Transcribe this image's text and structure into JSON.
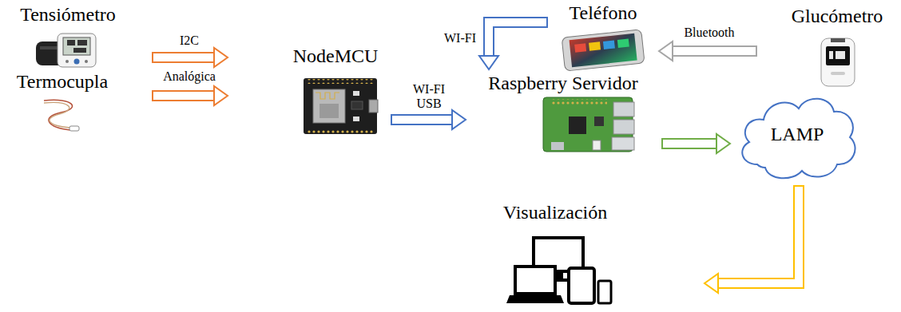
{
  "diagram": {
    "nodes": [
      {
        "text": [
          "Tensiómetro"
        ]
      },
      {
        "text": [
          "Termocupla"
        ]
      },
      {
        "text": [
          "NodeMCU"
        ]
      },
      {
        "text": [
          "Raspberry Servidor"
        ]
      },
      {
        "text": [
          "Teléfono"
        ]
      },
      {
        "text": [
          "Glucómetro"
        ]
      },
      {
        "text": [
          "LAMP"
        ]
      },
      {
        "text": [
          "Visualización"
        ]
      }
    ],
    "edges": [
      {
        "from": 0,
        "to": 2,
        "arrow": "to",
        "label": "I2C"
      },
      {
        "from": 1,
        "to": 2,
        "arrow": "to",
        "label": "Analógica"
      },
      {
        "from": 2,
        "to": 3,
        "arrow": "to",
        "label": "WI-FI USB"
      },
      {
        "from": 5,
        "to": 4,
        "arrow": "to",
        "label": "Bluetooth"
      },
      {
        "from": 4,
        "to": 3,
        "arrow": "to",
        "label": "WI-FI"
      },
      {
        "from": 3,
        "to": 6,
        "arrow": "to"
      },
      {
        "from": 6,
        "to": 7,
        "arrow": "to"
      }
    ]
  }
}
